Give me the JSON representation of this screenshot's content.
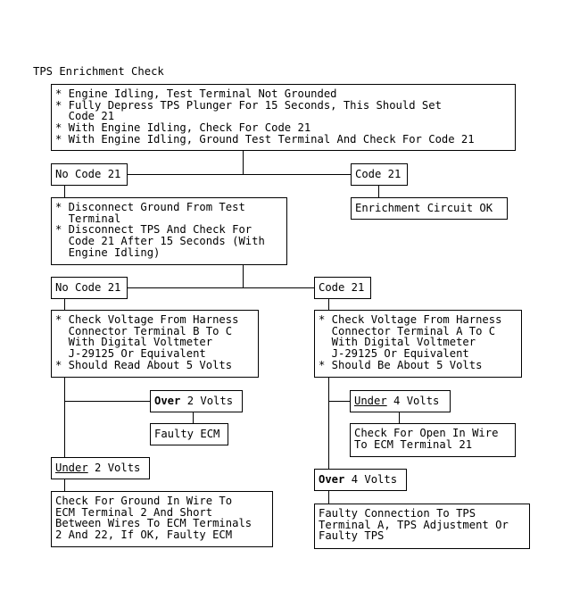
{
  "title": "TPS Enrichment Check",
  "steps": {
    "initial": [
      "* Engine Idling, Test Terminal Not Grounded",
      "* Fully Depress TPS Plunger For 15 Seconds, This Should Set",
      "  Code 21",
      "* With Engine Idling, Check For Code 21",
      "* With Engine Idling, Ground Test Terminal And Check For Code 21"
    ],
    "no_code_21_a": "No Code 21",
    "code_21_a": "Code 21",
    "enrichment_ok": "Enrichment Circuit OK",
    "disconnect": [
      "* Disconnect Ground From Test",
      "  Terminal",
      "* Disconnect TPS And Check For",
      "  Code 21 After 15 Seconds (With",
      "  Engine Idling)"
    ],
    "no_code_21_b": "No Code 21",
    "code_21_b": "Code 21",
    "check_b_to_c": [
      "* Check Voltage From Harness",
      "  Connector Terminal B To C",
      "  With Digital Voltmeter",
      "  J-29125 Or Equivalent",
      "* Should Read About 5 Volts"
    ],
    "check_a_to_c": [
      "* Check Voltage From Harness",
      "  Connector Terminal A To C",
      "  With Digital Voltmeter",
      "  J-29125 Or Equivalent",
      "* Should Be About 5 Volts"
    ],
    "over_2": {
      "keyword": "Over",
      "rest": " 2 Volts"
    },
    "faulty_ecm": "Faulty ECM",
    "under_2": {
      "keyword": "Under",
      "rest": " 2 Volts"
    },
    "check_ground": [
      "Check For Ground In Wire To",
      "ECM Terminal 2 And Short",
      "Between Wires To ECM Terminals",
      "2 And 22, If OK, Faulty ECM"
    ],
    "under_4": {
      "keyword": "Under",
      "rest": " 4 Volts"
    },
    "check_open": [
      "Check For Open In Wire",
      "To ECM Terminal 21"
    ],
    "over_4": {
      "keyword": "Over",
      "rest": " 4 Volts"
    },
    "faulty_connection": [
      "Faulty Connection To TPS",
      "Terminal A, TPS Adjustment Or",
      "Faulty TPS"
    ]
  }
}
